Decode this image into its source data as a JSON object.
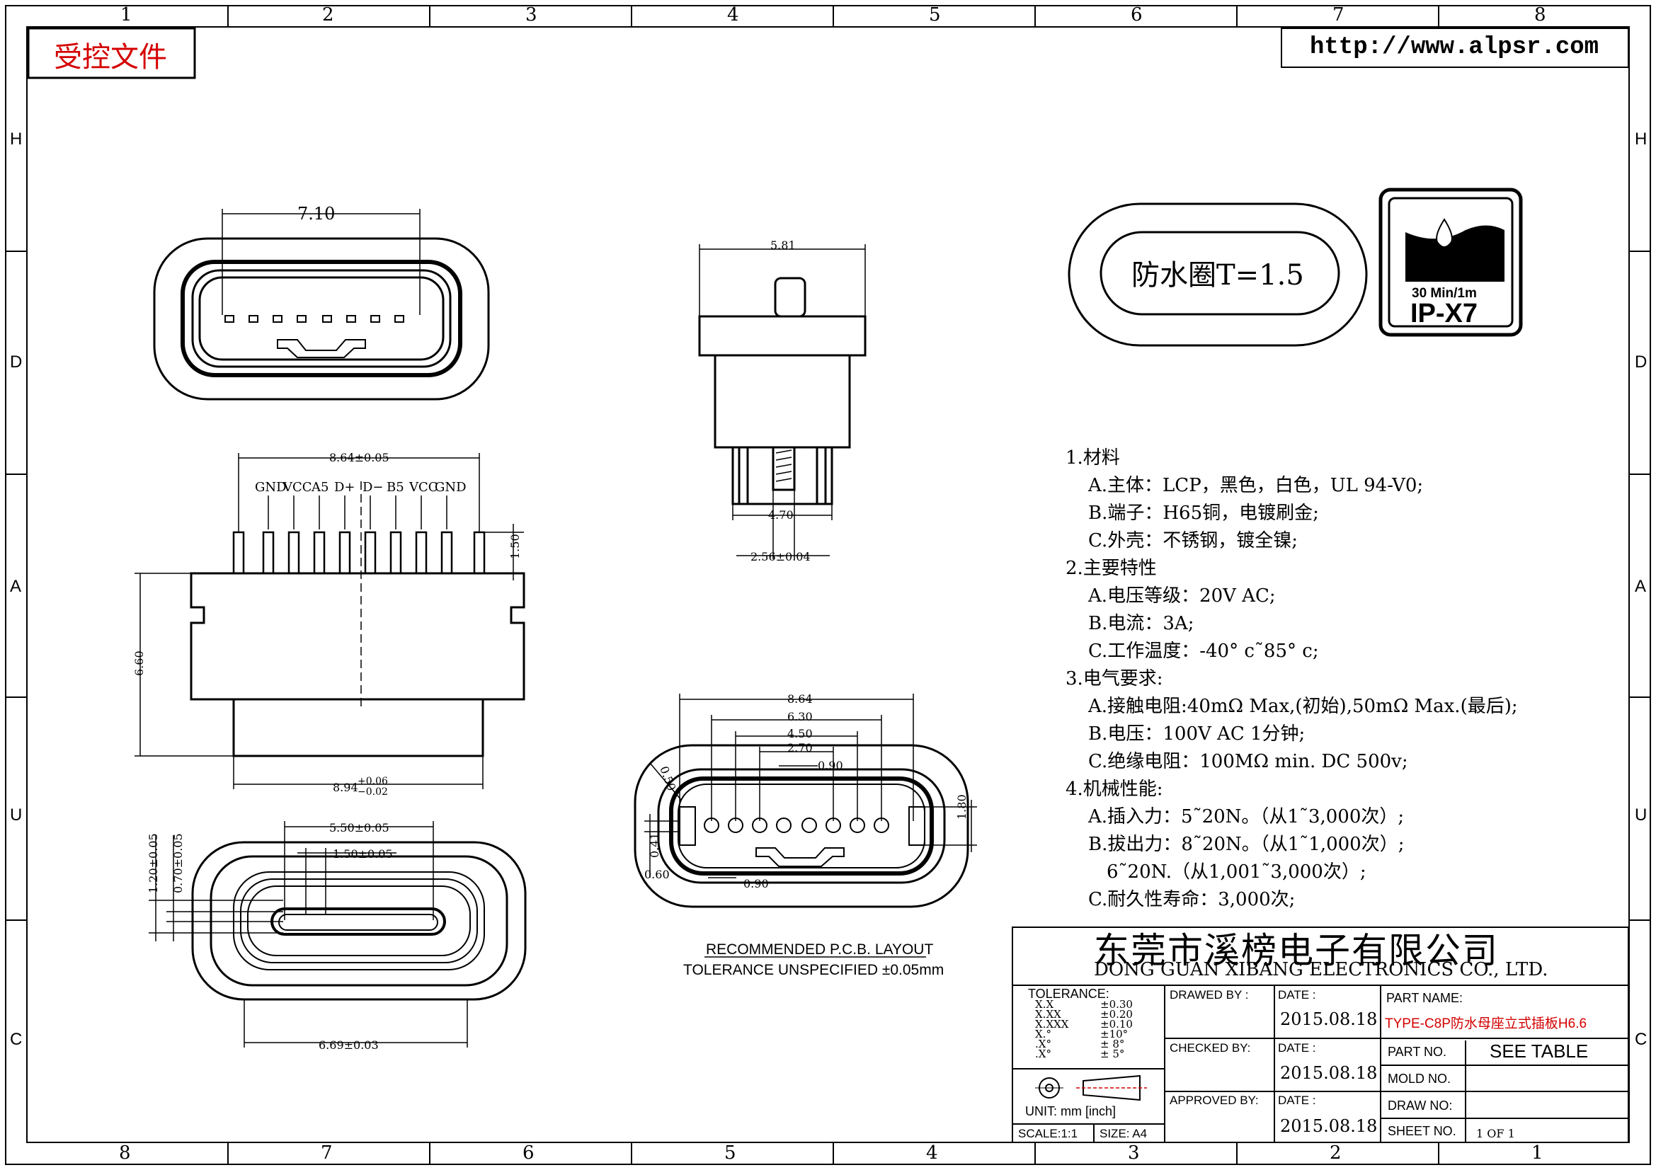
{
  "header": {
    "controlled_doc_label": "受控文件",
    "website": "http://www.alpsr.com"
  },
  "frame": {
    "top_zones": [
      "1",
      "2",
      "3",
      "4",
      "5",
      "6",
      "7",
      "8"
    ],
    "bottom_zones": [
      "8",
      "7",
      "6",
      "5",
      "4",
      "3",
      "2",
      "1"
    ],
    "side_zones": [
      "H",
      "D",
      "A",
      "U",
      "C"
    ]
  },
  "seal": {
    "label": "防水圈T=1.5"
  },
  "ip_badge": {
    "line1": "30 Min/1m",
    "line2": "IP-X7"
  },
  "front_view": {
    "dim_width": "7.10"
  },
  "side_view": {
    "dim_top": "5.81",
    "dim_body": "4.70",
    "dim_tail": "2.56±0.04"
  },
  "pin_view": {
    "dim_overall": "8.64±0.05",
    "pin_labels": [
      "GND",
      "VCC",
      "A5",
      "D+",
      "D−",
      "B5",
      "VCC",
      "GND"
    ],
    "dim_pin_height": "1.50",
    "dim_height": "6.60",
    "dim_bottom": "8.94",
    "tol_plus": "+0.06",
    "tol_minus": "−0.02"
  },
  "bottom_view": {
    "dim_inner": "5.50±0.05",
    "dim_pitch": "1.50±0.05",
    "dim_v1": "1.20±0.05",
    "dim_v2": "0.70±0.05",
    "dim_width": "6.69±0.03"
  },
  "pcb_layout": {
    "dims": [
      "8.64",
      "6.30",
      "4.50",
      "2.70"
    ],
    "pad": "0.90",
    "radius": "0.50",
    "dim_height": "1.80",
    "dim_041": "0.41",
    "dim_060": "0.60",
    "dim_090_bottom": "0.90",
    "title": "RECOMMENDED   P.C.B. LAYOUT",
    "tolerance": "TOLERANCE  UNSPECIFIED  ±0.05mm"
  },
  "specs": [
    "1.材料",
    "A.主体：LCP，黑色，白色，UL 94-V0;",
    "B.端子：H65铜，电镀刷金;",
    "C.外壳：不锈钢，镀全镍;",
    "2.主要特性",
    "A.电压等级：20V AC;",
    "B.电流：3A;",
    "C.工作温度：-40° c˜85° c;",
    "3.电气要求:",
    "A.接触电阻:40mΩ Max,(初始),50mΩ Max.(最后);",
    "B.电压：100V AC 1分钟;",
    "C.绝缘电阻：100MΩ min. DC 500v;",
    "4.机械性能:",
    "A.插入力：5˜20N。（从1˜3,000次）;",
    "B.拔出力：8˜20N。（从1˜1,000次）;",
    "6˜20N.（从1,001˜3,000次）;",
    "C.耐久性寿命：3,000次;"
  ],
  "title_block": {
    "company_cn": "东莞市溪榜电子有限公司",
    "company_en": "DONG  GUAN  XIBANG  ELECTRONICS  CO.,  LTD.",
    "tolerance_label": "TOLERANCE:",
    "tolerance_rows": [
      {
        "k": "X.X",
        "v": "±0.30"
      },
      {
        "k": "X.XX",
        "v": "±0.20"
      },
      {
        "k": "X.XXX",
        "v": "±0.10"
      },
      {
        "k": "X.°",
        "v": "±10°"
      },
      {
        "k": ".X°",
        "v": "± 8°"
      },
      {
        "k": ".X°",
        "v": "± 5°"
      }
    ],
    "unit": "UNIT:  mm  [inch]",
    "scale": "SCALE:1:1",
    "size": "SIZE:  A4",
    "drawn_by": "DRAWED  BY :",
    "checked_by": "CHECKED  BY:",
    "approved_by": "APPROVED  BY:",
    "date_label": "DATE  :",
    "date_values": [
      "2015.08.18",
      "2015.08.18",
      "2015.08.18"
    ],
    "part_name_label": "PART  NAME:",
    "part_name_value": "TYPE-C8P防水母座立式插板H6.6",
    "part_no_label": "PART  NO.",
    "part_no_value": "SEE  TABLE",
    "mold_no_label": "MOLD  NO.",
    "draw_no_label": "DRAW  NO:",
    "sheet_no_label": "SHEET  NO.",
    "sheet_no_value": "1  OF  1"
  },
  "colors": {
    "stamp_red": "#d40000",
    "ink": "#000000"
  }
}
